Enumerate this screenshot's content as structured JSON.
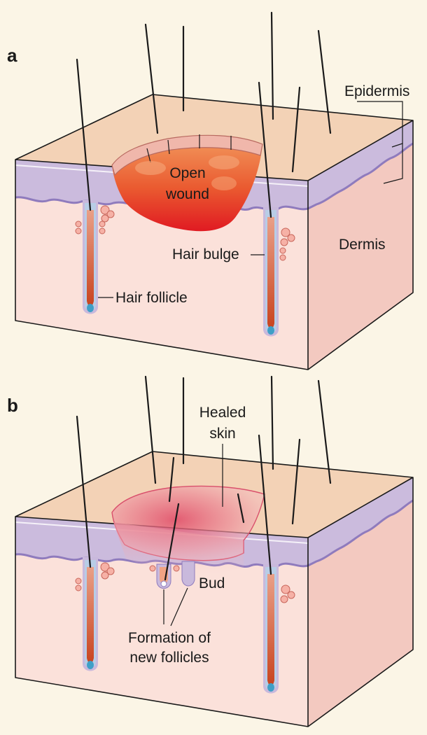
{
  "panels": [
    {
      "letter": "a",
      "labels": {
        "epidermis": "Epidermis",
        "open_wound_line1": "Open",
        "open_wound_line2": "wound",
        "hair_bulge": "Hair bulge",
        "dermis": "Dermis",
        "hair_follicle": "Hair follicle"
      }
    },
    {
      "letter": "b",
      "labels": {
        "healed_skin_line1": "Healed",
        "healed_skin_line2": "skin",
        "bud": "Bud",
        "formation_line1": "Formation of",
        "formation_line2": "new follicles"
      }
    }
  ],
  "colors": {
    "background": "#fbf5e6",
    "skin_top": "#f3d2b6",
    "dermis_front": "#fbe1da",
    "dermis_side": "#f3c9c0",
    "epidermis_band": "#c9b9dc",
    "epidermis_edge": "#9a86c6",
    "wound_red": "#e32424",
    "wound_orange": "#f07a3c",
    "scab_pink": "#f0b3a9",
    "healed_pink": "#e56c82",
    "hair_bulb": "#d86a3c",
    "follicle_sheath": "#b4c9e6"
  }
}
